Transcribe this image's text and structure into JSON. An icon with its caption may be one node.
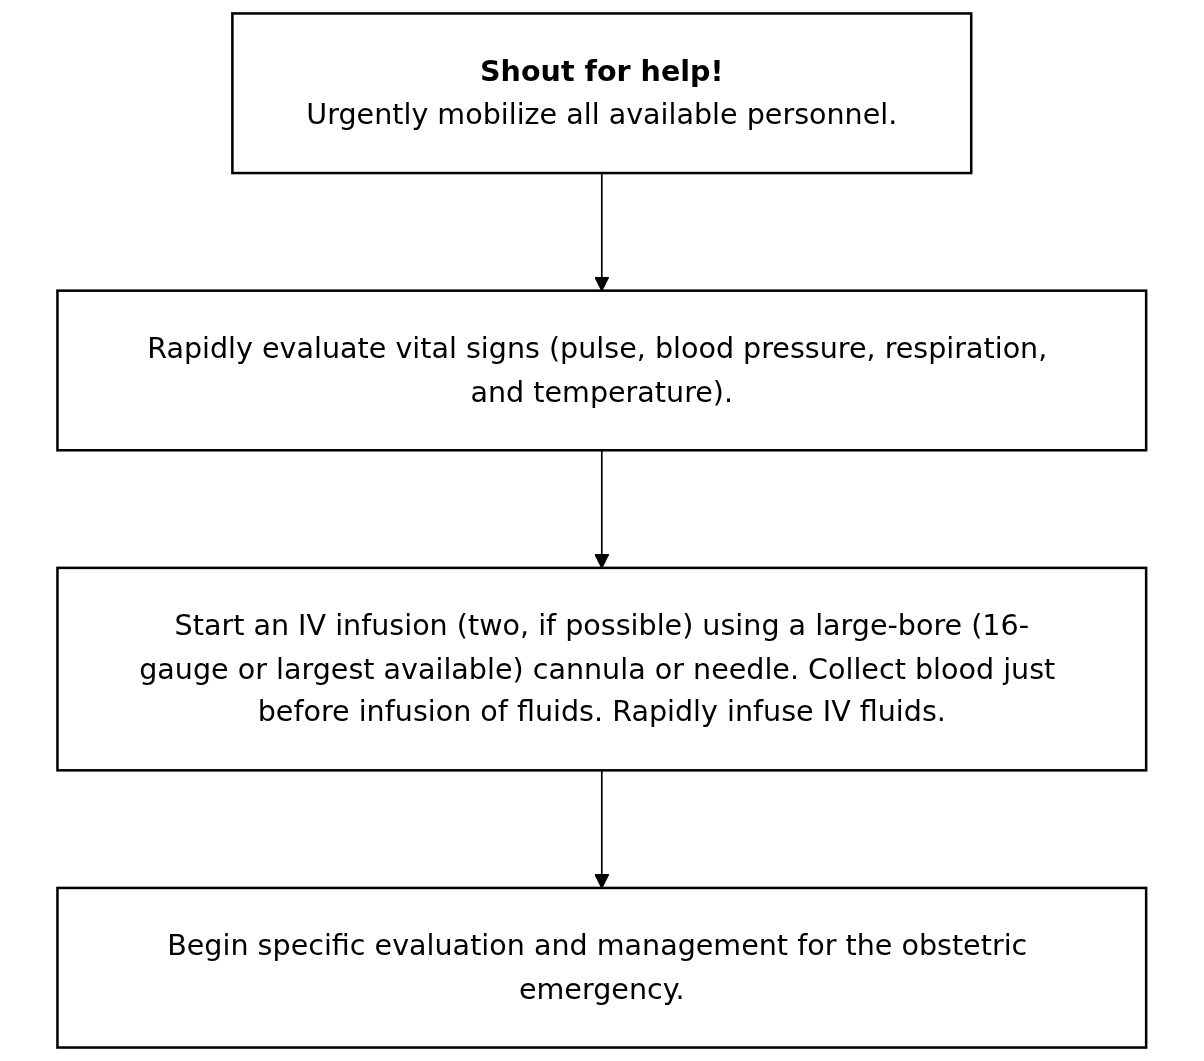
{
  "diagram": {
    "nodes": [
      {
        "text": [
          "Shout for help!",
          "Urgently mobilize all available personnel."
        ]
      },
      {
        "text": [
          "Rapidly evaluate vital signs (pulse, blood pressure, respiration, and temperature)."
        ]
      },
      {
        "text": [
          "Start an IV infusion (two, if possible) using a large-bore (16-gauge or largest available) cannula or needle. Collect blood just before infusion of fluids. Rapidly infuse IV fluids."
        ]
      },
      {
        "text": [
          "Begin specific evaluation and management for the obstetric emergency."
        ]
      }
    ],
    "edges": [
      {
        "from": 0,
        "to": 1,
        "arrow": "to"
      },
      {
        "from": 1,
        "to": 2,
        "arrow": "to"
      },
      {
        "from": 2,
        "to": 3,
        "arrow": "to"
      }
    ]
  }
}
